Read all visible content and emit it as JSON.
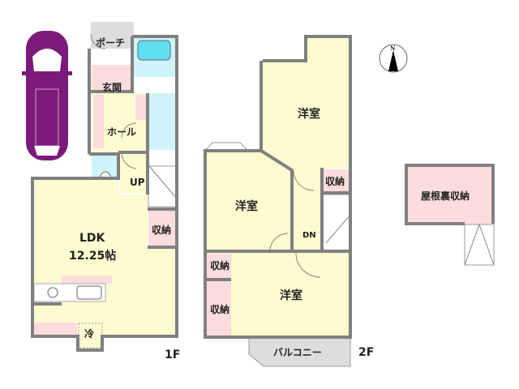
{
  "floor1": {
    "label": "1F",
    "porch": "ポーチ",
    "entrance": "玄関",
    "hall": "ホール",
    "up": "UP",
    "ldk": "LDK",
    "ldk_size": "12.25帖",
    "storage": "収納",
    "fridge": "冷"
  },
  "floor2": {
    "label": "2F",
    "room_north": "洋室",
    "room_west": "洋室",
    "room_south": "洋室",
    "down": "DN",
    "storage_hall": "収納",
    "storage_south_1": "収納",
    "storage_south_2": "収納",
    "balcony": "バルコニー"
  },
  "attic": {
    "label": "屋根裏収納"
  },
  "compass": {
    "north": "N"
  },
  "colors": {
    "wall": "#808080",
    "room": "#fdfbcf",
    "storage": "#fcdcdc",
    "wet_area": "#cff3fb",
    "exterior": "#dddddd",
    "car": "#7b1a7b"
  }
}
